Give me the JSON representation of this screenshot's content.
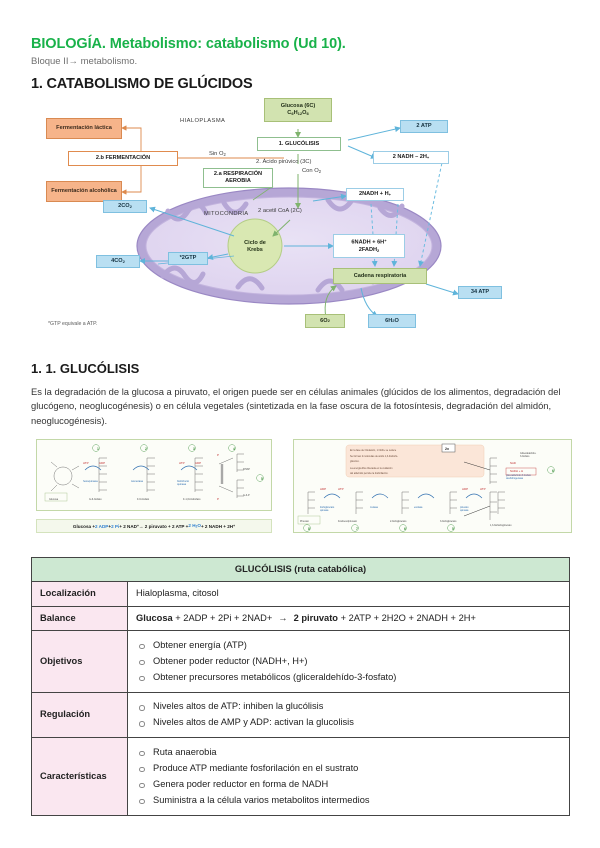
{
  "header": {
    "title": "BIOLOGÍA. Metabolismo: catabolismo (Ud 10).",
    "subtitle": "Bloque II→ metabolismo.",
    "section_title": "1. CATABOLISMO DE GLÚCIDOS"
  },
  "diagram": {
    "name": "catabolismo-glucidos-esquema",
    "boxes": {
      "glucosa": "Glucosa (6C)",
      "glucosa_formula": "C6H12O6",
      "glucolisis": "1. GLUCÓLISIS",
      "atp2": "2 ATP",
      "nadh2_right": "2 NADH – 2H+",
      "fermentacion": "2.b FERMENTACIÓN",
      "fermentacion_lactica": "Fermentación láctica",
      "fermentacion_alcoholica": "Fermentación alcohólica",
      "respiracion_aerobia": "2.a RESPIRACIÓN AEROBIA",
      "co2_2": "2CO2",
      "co2_4": "4CO2",
      "gtp": "*2GTP",
      "ciclo_krebs": "Ciclo de Krebs",
      "nadh2_mito": "2NADH + H+",
      "nadh6": "6NADH + 6H+",
      "fadh2": "2FADH2",
      "cadena": "Cadena respiratoria",
      "atp34": "34 ATP",
      "o2": "6O2",
      "h2o": "6H2O"
    },
    "labels": {
      "hialoplasma": "HIALOPLASMA",
      "mitocondria": "MITOCONDRIA",
      "sin_o2": "Sin O2",
      "con_o2": "Con O2",
      "acido_piruvico": "2. Ácido pirúvico (3C)",
      "acetil_coa": "2 acetil CoA (2C)"
    },
    "footnote": "*GTP equivale a ATP."
  },
  "glucolisis_section": {
    "heading": "1. 1. GLUCÓLISIS",
    "paragraph": "Es la degradación de la glucosa a piruvato, el origen puede ser en células animales (glúcidos de los alimentos, degradación del glucógeno, neoglucogénesis) o en célula vegetales (sintetizada en la fase oscura de la fotosíntesis, degradación del almidón, neoglucogénesis)."
  },
  "figures": {
    "left_caption_parts": [
      "Glucosa + ",
      "2 ADP",
      " + ",
      "2 Pi",
      " + 2 NAD",
      "+",
      " → 2 piruvato + 2 ATP + ",
      "2 H2O",
      " + 2 NADH + 2H",
      "+"
    ],
    "left_equation": "Glucosa + 2 ADP + 2 Pi + 2 NAD+ → 2 piruvato + 2 ATP + 2 H2O + 2 NADH + 2H+",
    "left_alt": "esquema-glucolisis-fase-1",
    "right_alt": "esquema-glucolisis-fase-2"
  },
  "table": {
    "header": "GLUCÓLISIS (ruta catabólica)",
    "rows": [
      {
        "key": "Localización",
        "type": "text",
        "value": "Hialoplasma, citosol"
      },
      {
        "key": "Balance",
        "type": "balance",
        "left_bold": "Glucosa",
        "left_rest": " + 2ADP + 2Pi + 2NAD+",
        "arrow": "→",
        "right_bold": "2 piruvato",
        "right_rest": " + 2ATP + 2H2O  + 2NADH + 2H+"
      },
      {
        "key": "Objetivos",
        "type": "list",
        "items": [
          "Obtener energía (ATP)",
          "Obtener poder reductor (NADH+, H+)",
          "Obtener precursores metabólicos (gliceraldehído-3-fosfato)"
        ]
      },
      {
        "key": "Regulación",
        "type": "list",
        "items": [
          "Niveles altos de ATP: inhiben la glucólisis",
          "Niveles altos de AMP y ADP: activan la glucolisis"
        ]
      },
      {
        "key": "Características",
        "type": "list",
        "items": [
          "Ruta anaerobia",
          "Produce ATP mediante fosforilación en el sustrato",
          "Genera poder reductor en forma de NADH",
          "Suministra a la célula varios metabolitos intermedios"
        ]
      }
    ]
  },
  "colors": {
    "brand_green": "#19b24a",
    "box_green": "#d2e3b0",
    "box_blue": "#b9dff2",
    "box_orange": "#f6b48a",
    "mito_outer": "#b6a7d6",
    "mito_inner": "#e5dcf2",
    "table_header": "#cde8d2",
    "table_key": "#fae7f0",
    "arrow_blue": "#79c3e8",
    "arrow_green": "#8cc07e"
  }
}
